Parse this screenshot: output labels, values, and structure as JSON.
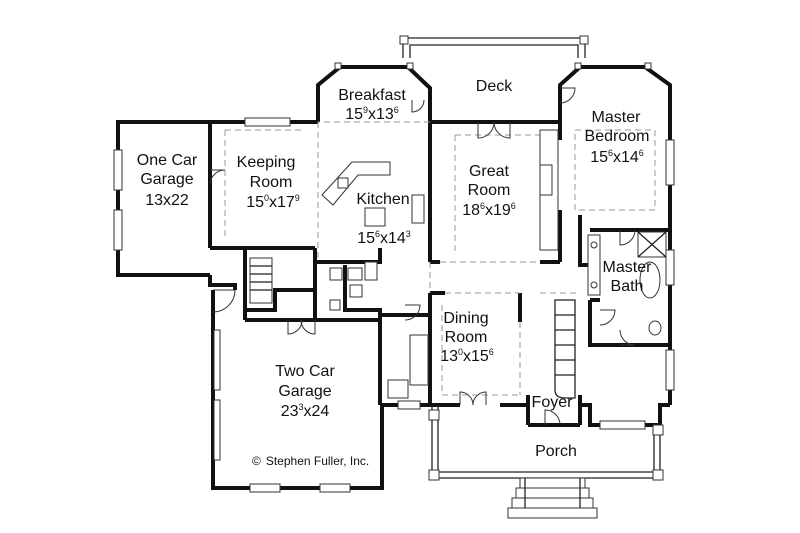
{
  "rooms": {
    "breakfast": {
      "name": "Breakfast",
      "dim_a": "15",
      "dim_a_sup": "9",
      "dim_b": "13",
      "dim_b_sup": "6"
    },
    "deck": {
      "name": "Deck"
    },
    "master_bedroom": {
      "name_1": "Master",
      "name_2": "Bedroom",
      "dim_a": "15",
      "dim_a_sup": "6",
      "dim_b": "14",
      "dim_b_sup": "6"
    },
    "one_car_garage": {
      "name_1": "One Car",
      "name_2": "Garage",
      "dims": "13x22"
    },
    "keeping_room": {
      "name_1": "Keeping",
      "name_2": "Room",
      "dim_a": "15",
      "dim_a_sup": "0",
      "dim_b": "17",
      "dim_b_sup": "9"
    },
    "kitchen": {
      "name": "Kitchen",
      "dim_a": "15",
      "dim_a_sup": "6",
      "dim_b": "14",
      "dim_b_sup": "3"
    },
    "great_room": {
      "name_1": "Great",
      "name_2": "Room",
      "dim_a": "18",
      "dim_a_sup": "6",
      "dim_b": "19",
      "dim_b_sup": "6"
    },
    "master_bath": {
      "name_1": "Master",
      "name_2": "Bath"
    },
    "dining_room": {
      "name_1": "Dining",
      "name_2": "Room",
      "dim_a": "13",
      "dim_a_sup": "0",
      "dim_b": "15",
      "dim_b_sup": "6"
    },
    "two_car_garage": {
      "name_1": "Two Car",
      "name_2": "Garage",
      "dim_a": "23",
      "dim_a_sup": "3",
      "dim_b": "24"
    },
    "foyer": {
      "name": "Foyer"
    },
    "porch": {
      "name": "Porch"
    }
  },
  "copyright": {
    "symbol": "©",
    "text": "Stephen Fuller, Inc."
  }
}
